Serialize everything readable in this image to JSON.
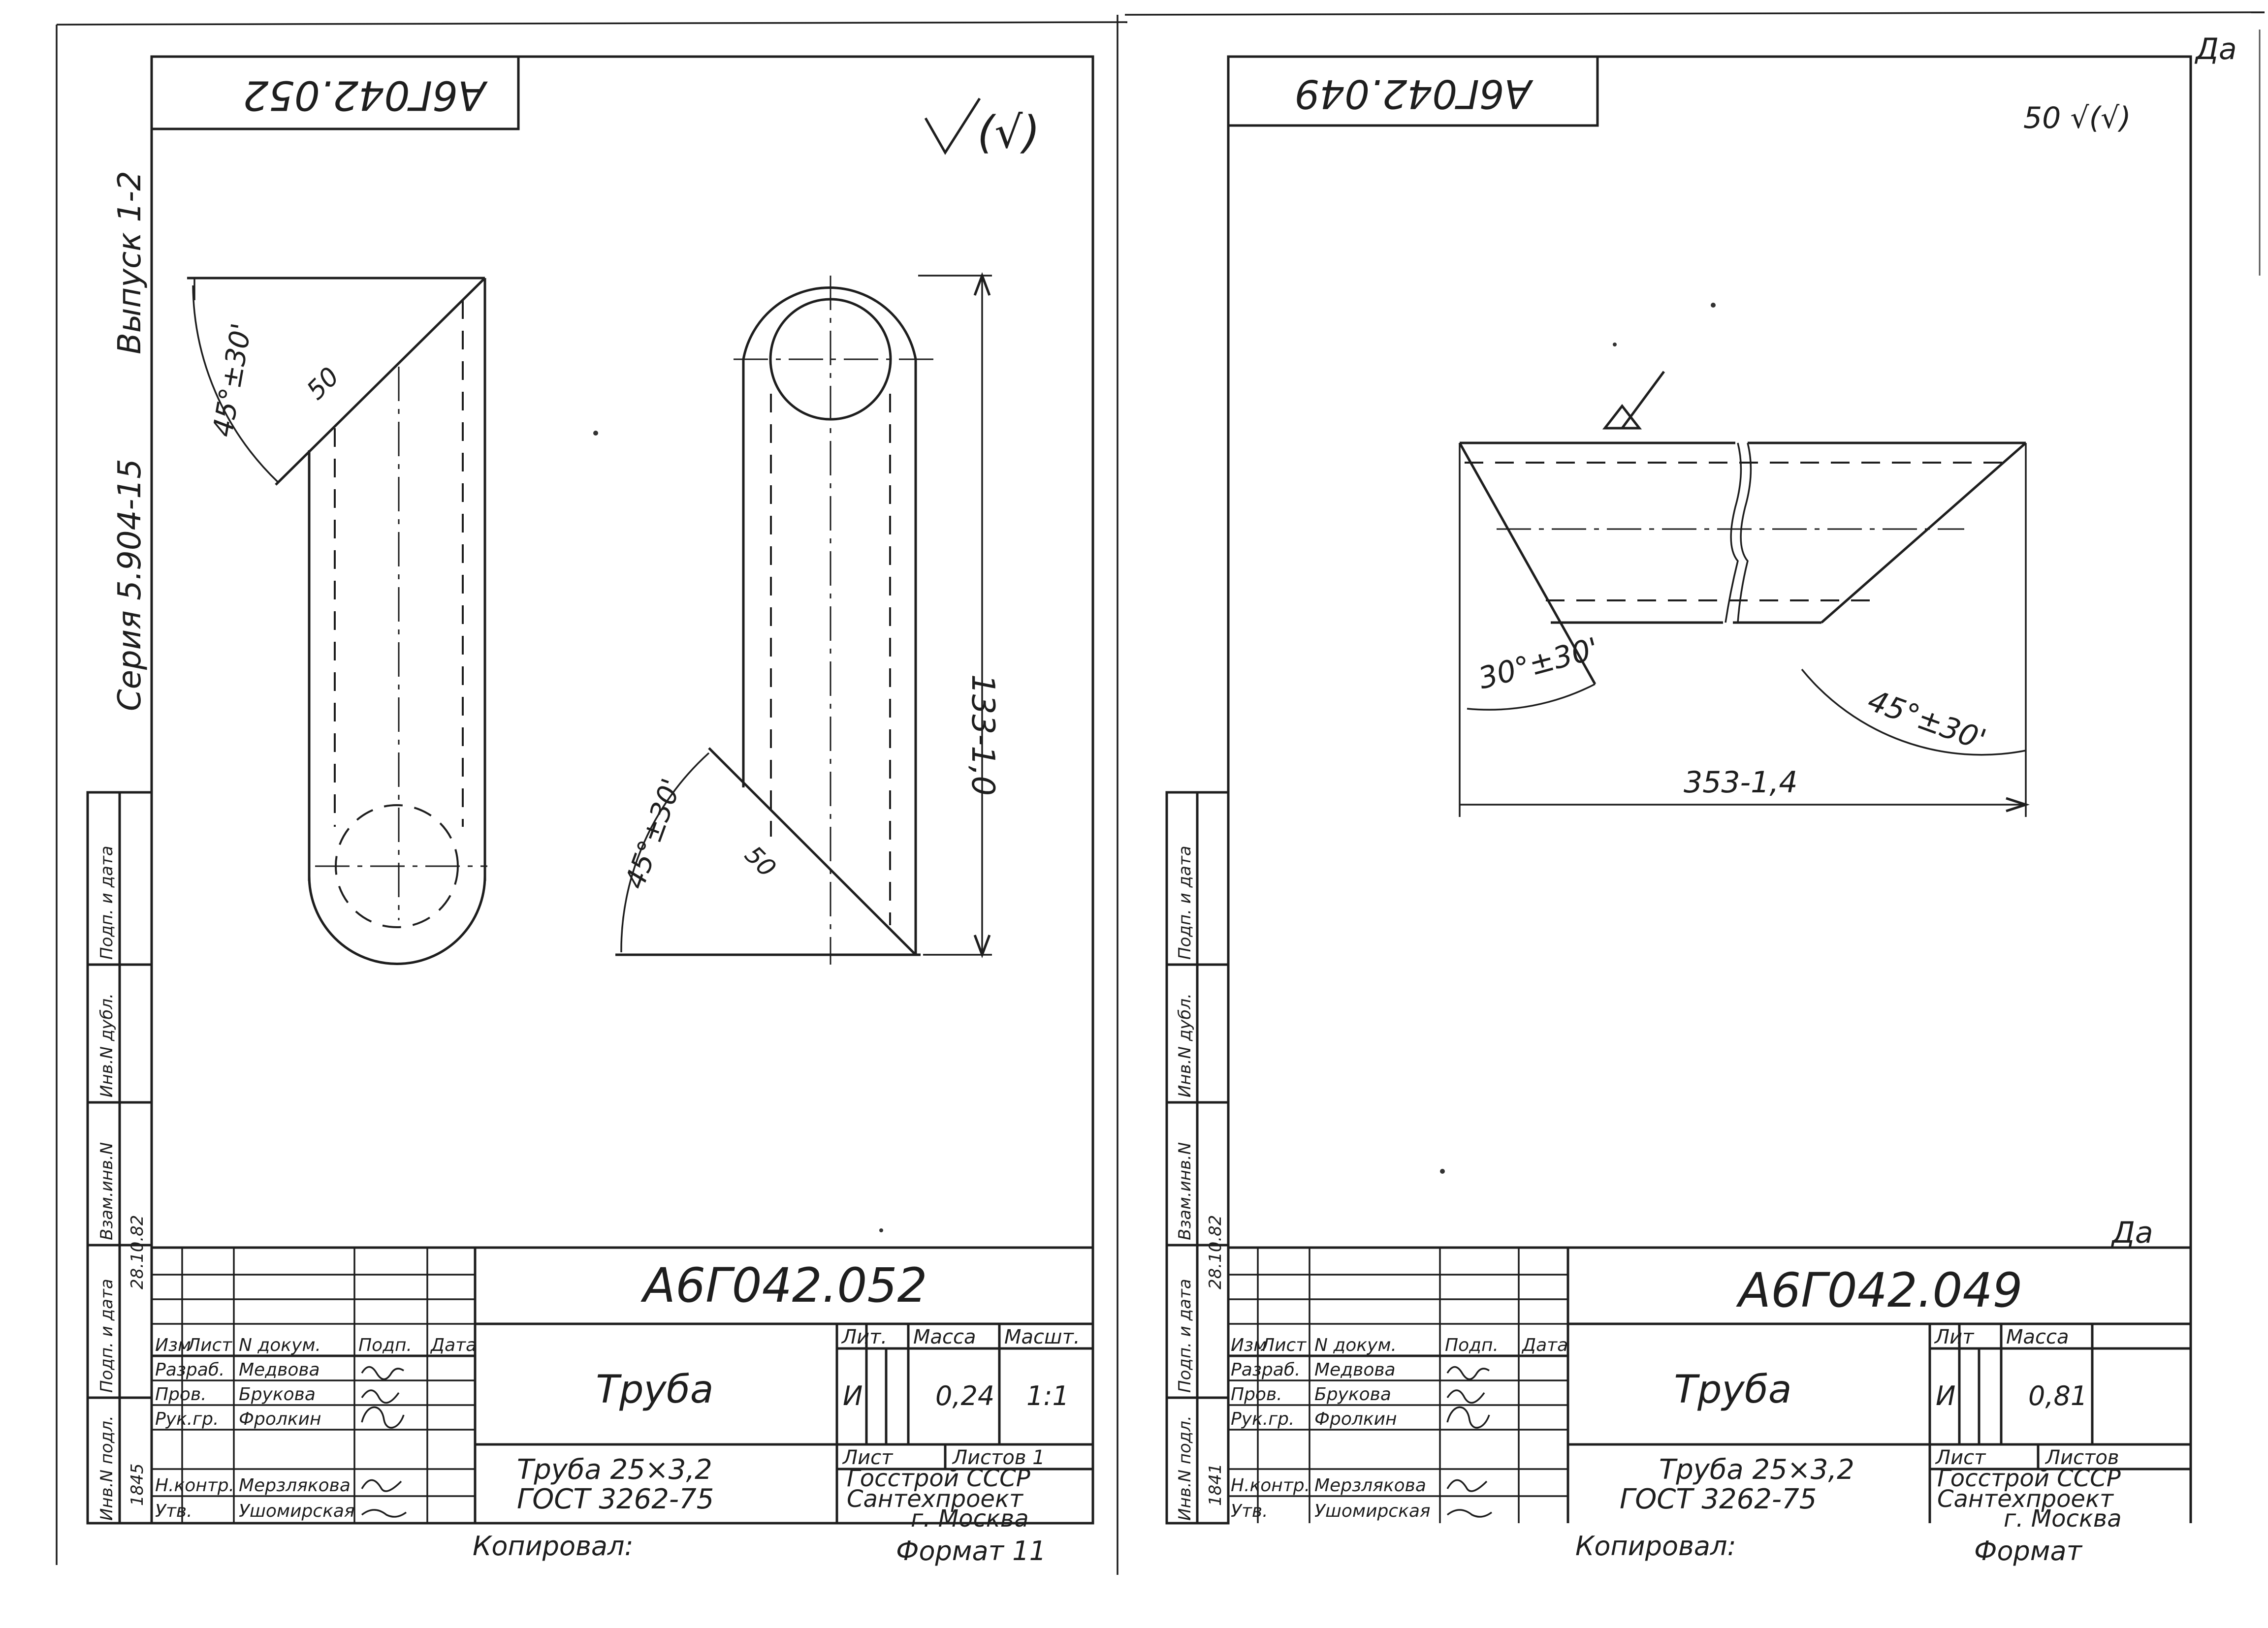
{
  "colors": {
    "ink": "#1e1e1e",
    "paper": "#ffffff"
  },
  "left_sheet": {
    "top_stamp": "А6Г042.052",
    "side_series": "Серия  5.904-15",
    "side_issue": "Выпуск  1-2",
    "roughness": "(√)",
    "dims": {
      "angle_left": "45°±30'",
      "roughness_left": "50",
      "angle_right": "45°±30'",
      "roughness_right": "50",
      "length": "133-1,0"
    },
    "title_block": {
      "doc_number": "А6Г042.052",
      "name": "Труба",
      "headers": {
        "lit": "Лит.",
        "mass": "Масса",
        "scale": "Масшт."
      },
      "values": {
        "lit": "И",
        "mass": "0,24",
        "scale": "1:1"
      },
      "sheet": "Лист",
      "sheets": "Листов 1",
      "material_line1": "Труба 25×3,2",
      "material_line2": "ГОСТ 3262-75",
      "org_line1": "Госстрой СССР",
      "org_line2": "Сантехпроект",
      "org_line3": "г. Москва",
      "col_headers": [
        "Изм",
        "Лист",
        "N докум.",
        "Подп.",
        "Дата"
      ],
      "rows": [
        {
          "role": "Разраб.",
          "name": "Медвова"
        },
        {
          "role": "Пров.",
          "name": "Брукова"
        },
        {
          "role": "Рук.гр.",
          "name": "Фролкин"
        },
        {
          "role": "Н.контр.",
          "name": "Мерзлякова"
        },
        {
          "role": "Утв.",
          "name": "Ушомирская"
        }
      ],
      "copied": "Копировал:",
      "format": "Формат 11"
    },
    "left_strip": {
      "labels": [
        "Инв.N подл.",
        "Подп. и дата",
        "Взам.инв.N",
        "Инв.N дубл.",
        "Подп. и дата"
      ],
      "date": "28.10.82",
      "inv": "1845"
    }
  },
  "right_sheet": {
    "top_stamp": "А6Г042.049",
    "roughness": "50 √(√)",
    "dims": {
      "angle_left": "30°±30'",
      "angle_right": "45°±30'",
      "length": "353-1,4"
    },
    "title_block": {
      "doc_number": "А6Г042.049",
      "name": "Труба",
      "headers": {
        "lit": "Лит",
        "mass": "Масса"
      },
      "values": {
        "lit": "И",
        "mass": "0,81"
      },
      "sheet": "Лист",
      "sheets": "Листов",
      "material_line1": "Труба 25×3,2",
      "material_line2": "ГОСТ 3262-75",
      "org_line1": "Госстрой СССР",
      "org_line2": "Сантехпроект",
      "org_line3": "г. Москва",
      "col_headers": [
        "Изм",
        "Лист",
        "N докум.",
        "Подп.",
        "Дата"
      ],
      "rows": [
        {
          "role": "Разраб.",
          "name": "Медвова"
        },
        {
          "role": "Пров.",
          "name": "Брукова"
        },
        {
          "role": "Рук.гр.",
          "name": "Фролкин"
        },
        {
          "role": "Н.контр.",
          "name": "Мерзлякова"
        },
        {
          "role": "Утв.",
          "name": "Ушомирская"
        }
      ],
      "copied": "Копировал:",
      "format": "Формат"
    },
    "left_strip": {
      "labels": [
        "Инв.N подл.",
        "Подп. и дата",
        "Взам.инв.N",
        "Инв.N дубл.",
        "Подп. и дата"
      ],
      "date": "28.10.82",
      "inv": "1841"
    },
    "corner_mark": "Да",
    "bottom_mark": "Да"
  }
}
